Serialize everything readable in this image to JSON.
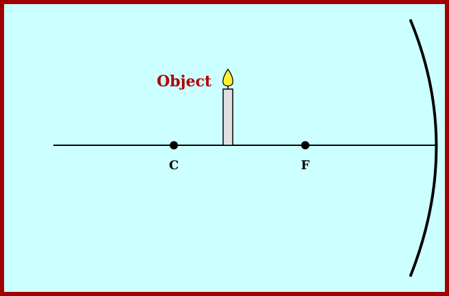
{
  "diagram": {
    "object_label": "Object",
    "points": [
      {
        "id": "C",
        "label": "C"
      },
      {
        "id": "F",
        "label": "F"
      }
    ]
  },
  "colors": {
    "border": "#a00000",
    "background": "#ccffff",
    "object_label": "#b00000",
    "candle_body": "#e0e0e0",
    "flame": "#ffee33",
    "axis": "#000000",
    "mirror": "#000000"
  },
  "icons": {
    "candle": "candle-icon",
    "flame": "flame-icon"
  }
}
